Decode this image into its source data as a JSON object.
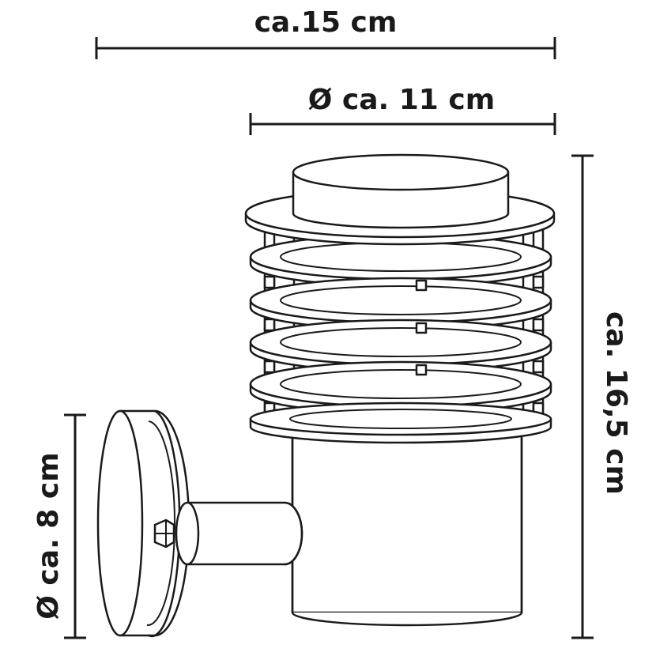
{
  "dimensions": {
    "overall_width": "ca.15 cm",
    "shade_diameter": "Ø ca. 11 cm",
    "height": "ca. 16,5 cm",
    "mount_diameter": "Ø ca. 8 cm"
  },
  "colors": {
    "line": "#1a1a1a",
    "background": "#ffffff"
  }
}
